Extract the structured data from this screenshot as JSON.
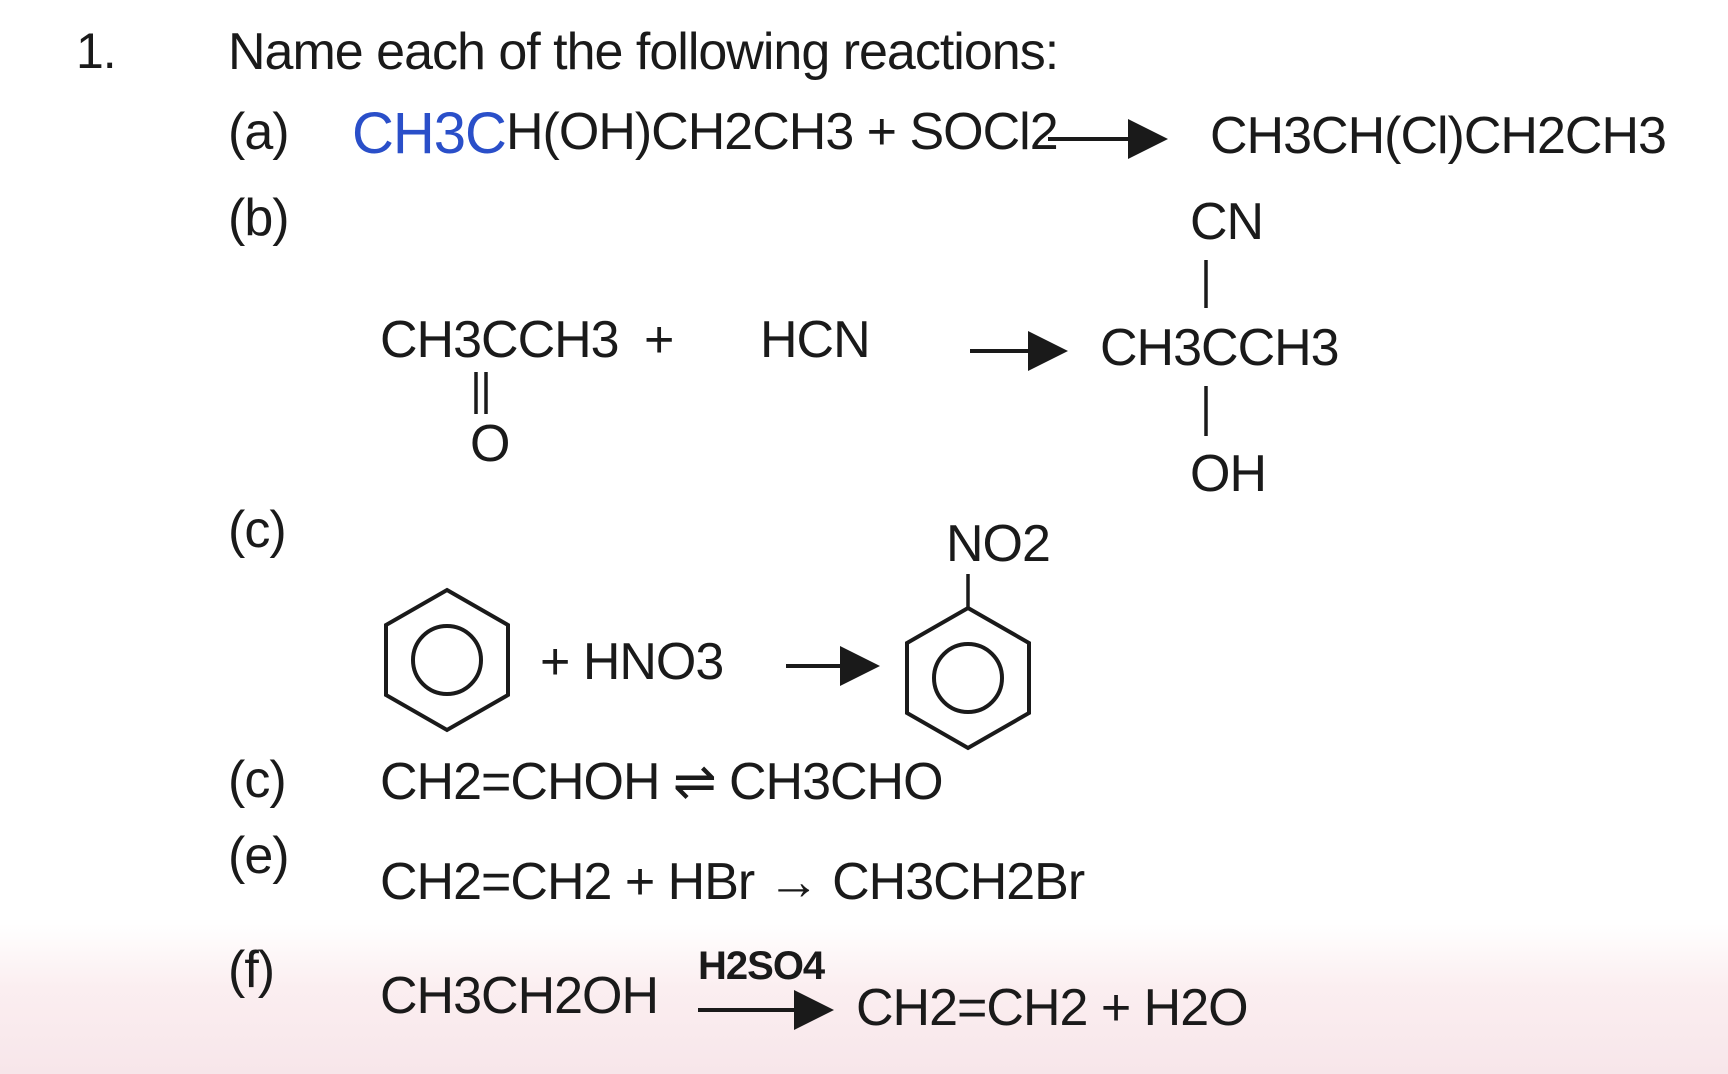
{
  "question": {
    "number": "1.",
    "prompt": "Name each of the following reactions:"
  },
  "parts": {
    "a": {
      "label": "(a)",
      "reactant_handwritten": "CH3C",
      "reactant_rest": "H(OH)CH2CH3 + SOCl2",
      "product": "CH3CH(Cl)CH2CH3"
    },
    "b": {
      "label": "(b)",
      "reactant1": "CH3CCH3",
      "reactant1_oxygen": "O",
      "plus": "+",
      "reactant2": "HCN",
      "product_top": "CN",
      "product_main": "CH3CCH3",
      "product_bottom": "OH"
    },
    "c1": {
      "label": "(c)",
      "reagent": "+ HNO3",
      "substituent": "NO2"
    },
    "c2": {
      "label": "(c)",
      "equation": "CH2=CHOH ⇌ CH3CHO"
    },
    "e": {
      "label": "(e)",
      "equation": "CH2=CH2 + HBr → CH3CH2Br"
    },
    "f": {
      "label": "(f)",
      "reactant": "CH3CH2OH",
      "catalyst": "H2SO4",
      "product": "CH2=CH2 + H2O"
    }
  },
  "colors": {
    "ink": "#1a1a1a",
    "handwriting": "#2a4fc9"
  }
}
